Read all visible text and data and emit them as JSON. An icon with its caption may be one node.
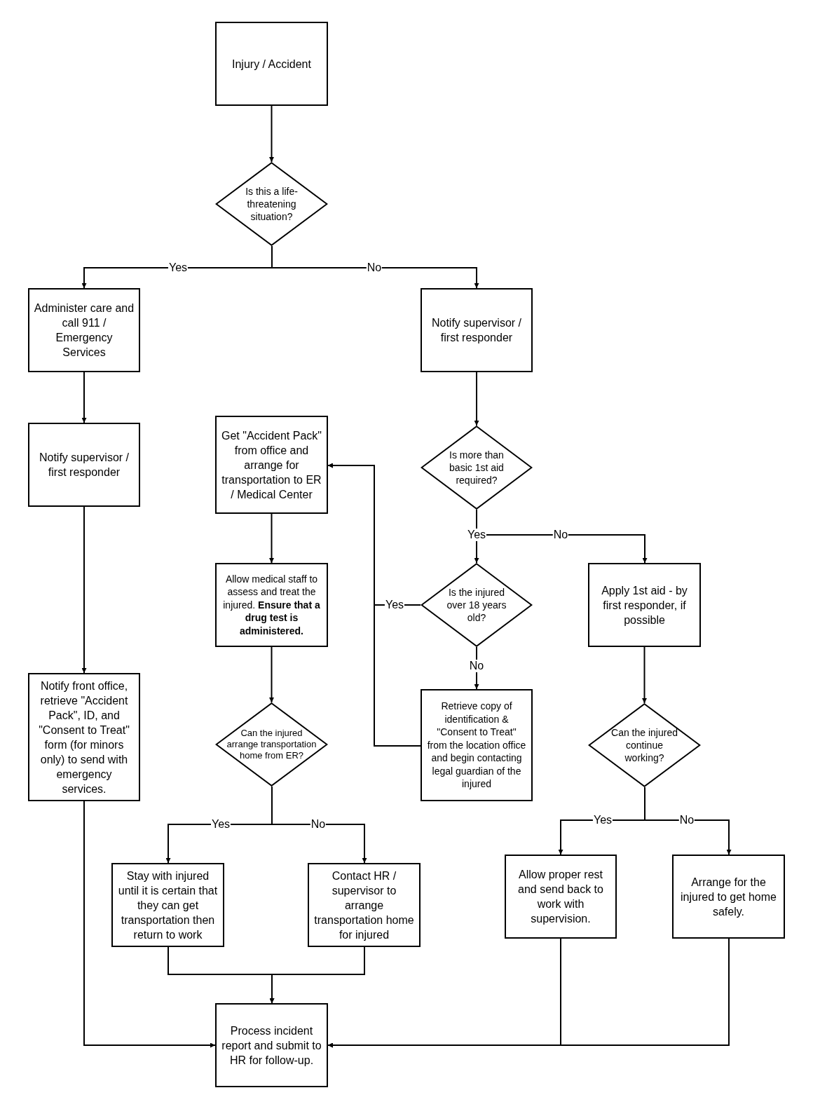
{
  "diagram": {
    "nodes": [
      {
        "text": [
          "Injury / Accident"
        ]
      },
      {
        "text": [
          "Is this a life-threatening situation?"
        ]
      },
      {
        "text": [
          "Administer care and call 911 / Emergency Services"
        ]
      },
      {
        "text": [
          "Notify supervisor / first responder"
        ]
      },
      {
        "text": [
          "Notify supervisor / first responder"
        ]
      },
      {
        "text": [
          "Get \"Accident Pack\" from office and arrange for transportation to ER / Medical Center"
        ]
      },
      {
        "text": [
          "Is more than basic 1st aid required?"
        ]
      },
      {
        "text": [
          "Allow medical staff to assess and treat the injured. **Ensure that a drug test is administered.**"
        ]
      },
      {
        "text": [
          "Is the injured over 18 years old?"
        ]
      },
      {
        "text": [
          "Apply 1st aid - by first responder, if possible"
        ]
      },
      {
        "text": [
          "Notify front office, retrieve \"Accident Pack\", ID, and \"Consent to Treat\" form (for minors only) to send with emergency services."
        ]
      },
      {
        "text": [
          "Can the injured arrange transportation home from ER?"
        ]
      },
      {
        "text": [
          "Retrieve copy of identification & \"Consent to Treat\" from the location office and begin contacting legal guardian of the injured"
        ]
      },
      {
        "text": [
          "Can the injured continue working?"
        ]
      },
      {
        "text": [
          "Stay with injured until it is certain that they can get transportation then return to work"
        ]
      },
      {
        "text": [
          "Contact HR / supervisor to arrange transportation home for injured"
        ]
      },
      {
        "text": [
          "Allow proper rest and send back to work with supervision."
        ]
      },
      {
        "text": [
          "Arrange for the injured to get home safely."
        ]
      },
      {
        "text": [
          "Process incident report and submit to HR for follow-up."
        ]
      }
    ],
    "edges": [
      {
        "from": 0,
        "to": 1,
        "arrow": "to"
      },
      {
        "from": 1,
        "to": 2,
        "arrow": "to",
        "label": "Yes"
      },
      {
        "from": 1,
        "to": 3,
        "arrow": "to",
        "label": "No"
      },
      {
        "from": 2,
        "to": 4,
        "arrow": "to"
      },
      {
        "from": 3,
        "to": 6,
        "arrow": "to"
      },
      {
        "from": 4,
        "to": 10,
        "arrow": "to"
      },
      {
        "from": 6,
        "to": 8,
        "arrow": "to",
        "label": "Yes"
      },
      {
        "from": 6,
        "to": 9,
        "arrow": "to",
        "label": "No"
      },
      {
        "from": 8,
        "to": 5,
        "arrow": "to",
        "label": "Yes"
      },
      {
        "from": 8,
        "to": 12,
        "arrow": "to",
        "label": "No"
      },
      {
        "from": 12,
        "to": 5,
        "arrow": "to"
      },
      {
        "from": 5,
        "to": 7,
        "arrow": "to"
      },
      {
        "from": 7,
        "to": 11,
        "arrow": "to"
      },
      {
        "from": 11,
        "to": 14,
        "arrow": "to",
        "label": "Yes"
      },
      {
        "from": 11,
        "to": 15,
        "arrow": "to",
        "label": "No"
      },
      {
        "from": 14,
        "to": 18,
        "arrow": "to"
      },
      {
        "from": 15,
        "to": 18,
        "arrow": "to"
      },
      {
        "from": 10,
        "to": 18,
        "arrow": "to"
      },
      {
        "from": 9,
        "to": 13,
        "arrow": "to"
      },
      {
        "from": 13,
        "to": 16,
        "arrow": "to",
        "label": "Yes"
      },
      {
        "from": 13,
        "to": 17,
        "arrow": "to",
        "label": "No"
      },
      {
        "from": 16,
        "to": 18,
        "arrow": "to"
      },
      {
        "from": 17,
        "to": 18,
        "arrow": "to"
      }
    ]
  }
}
